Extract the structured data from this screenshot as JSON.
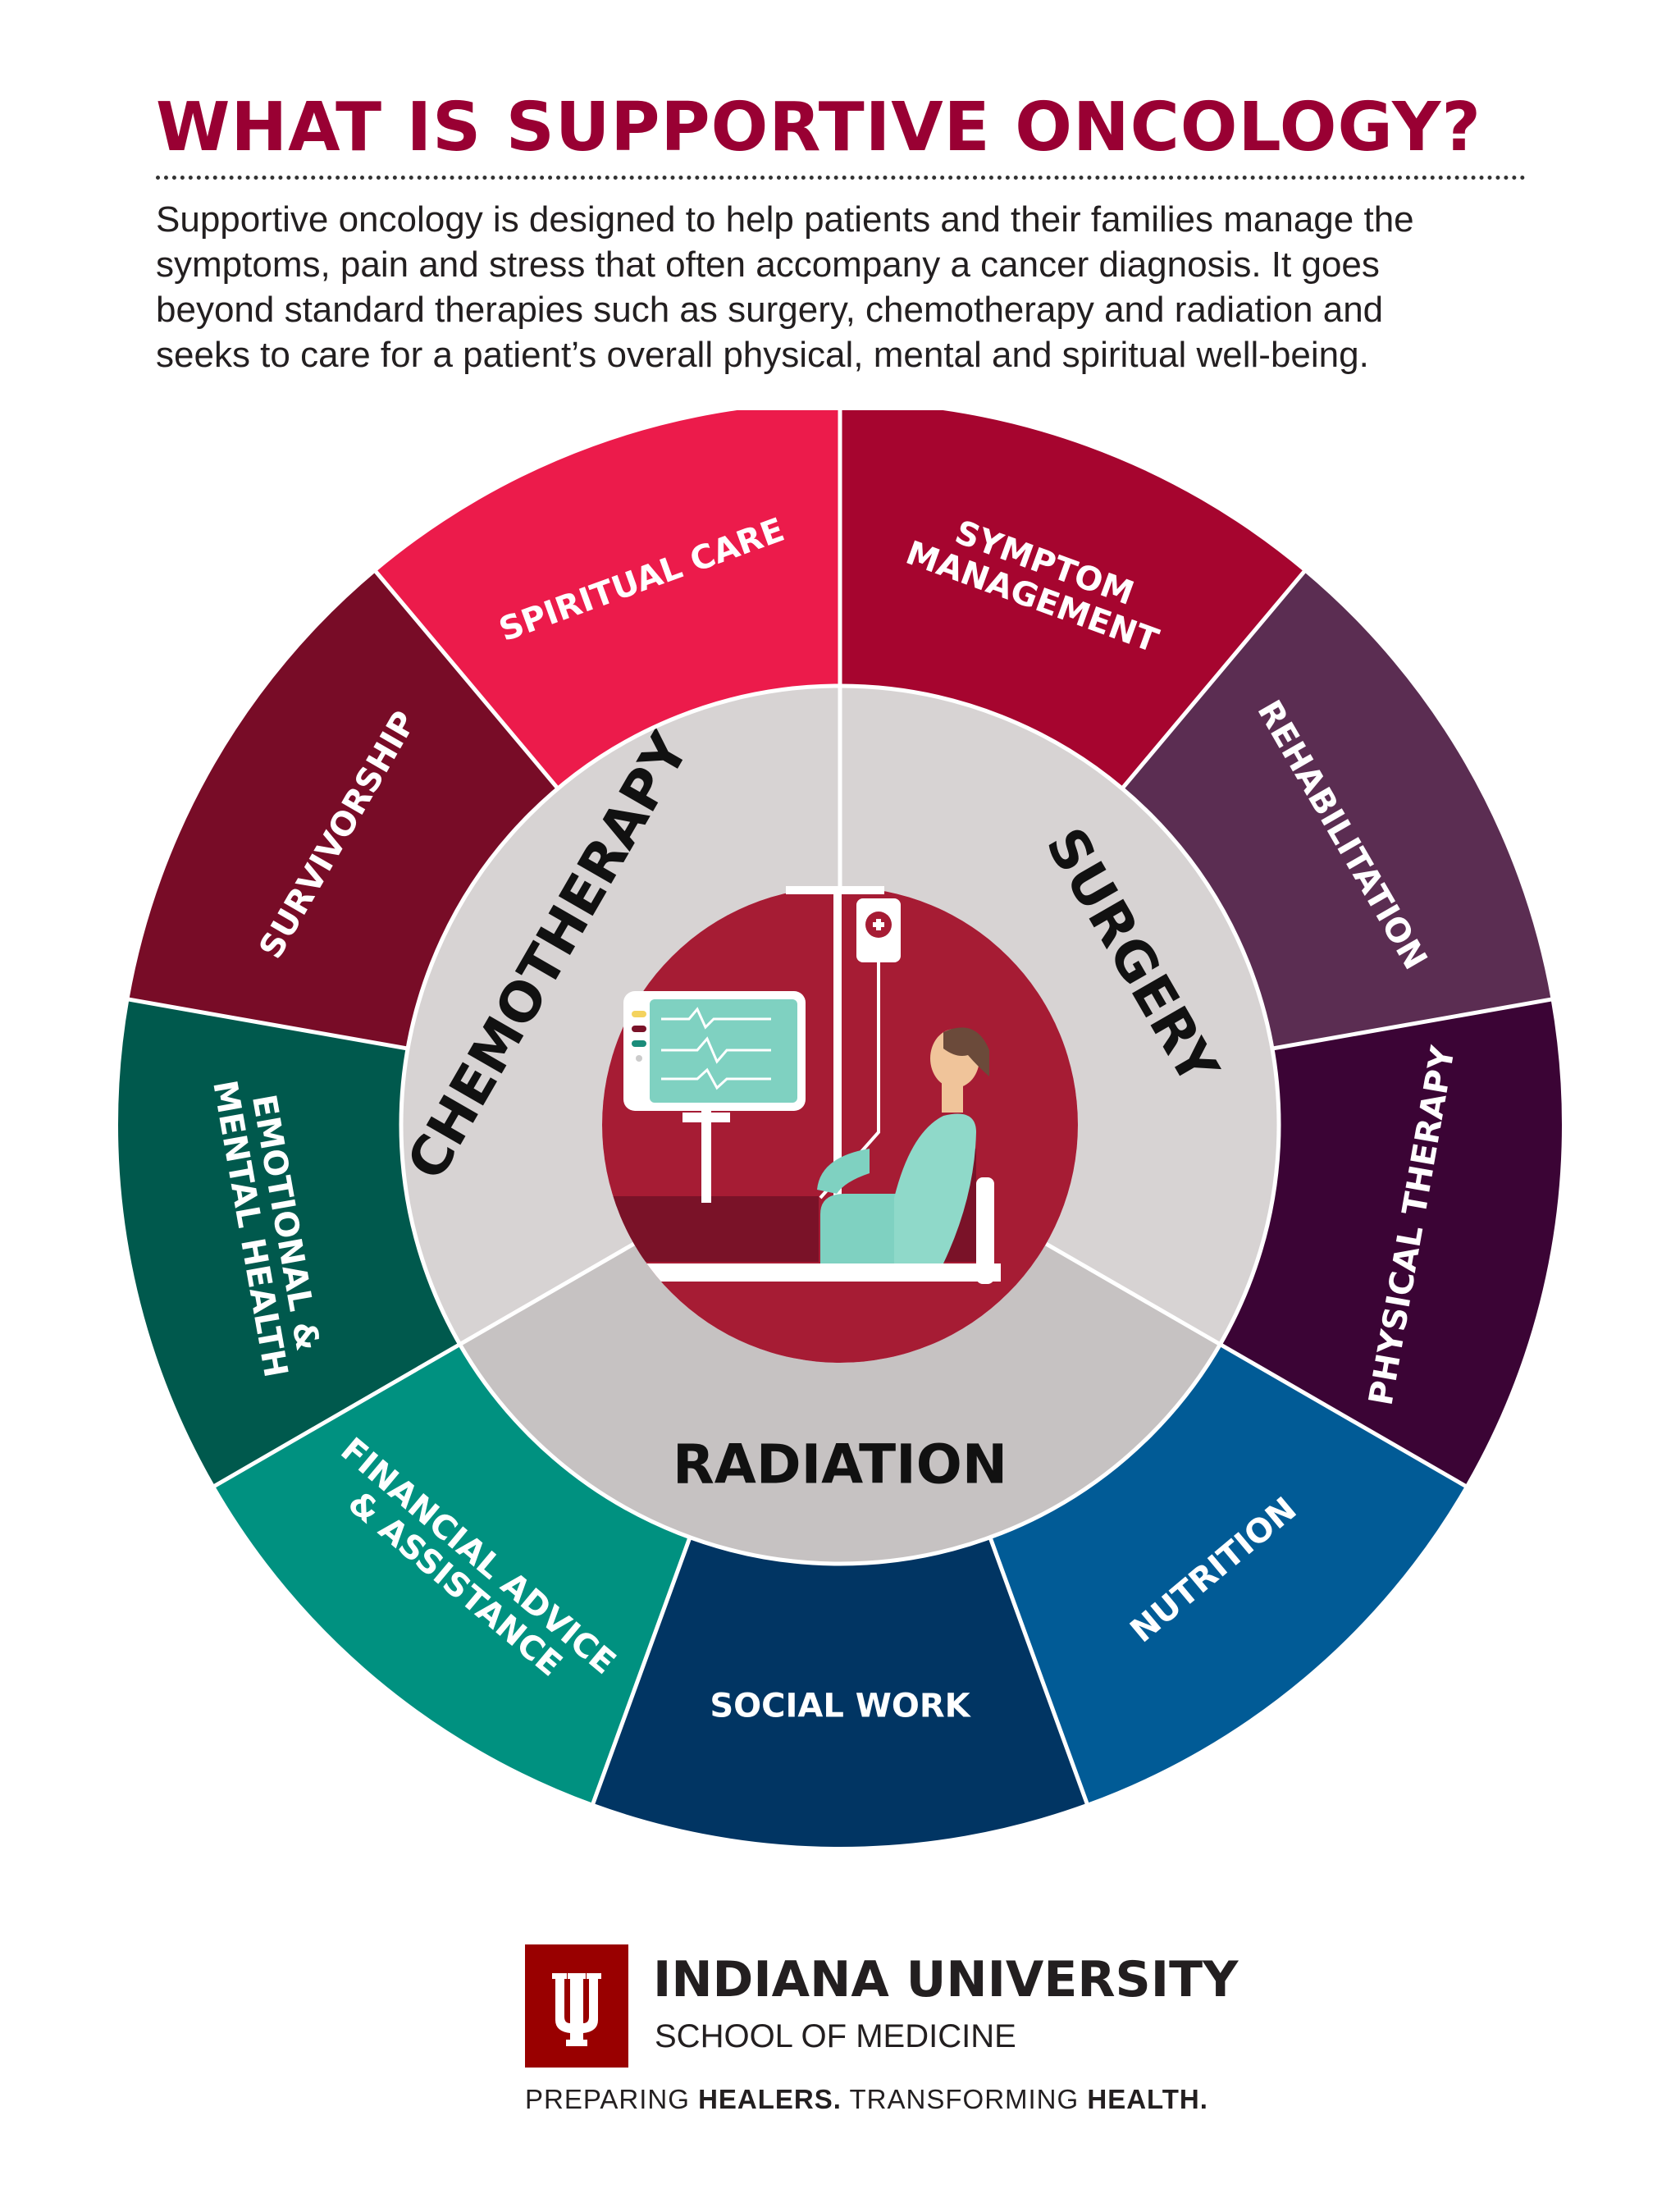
{
  "header": {
    "title": "WHAT IS SUPPORTIVE ONCOLOGY?",
    "intro_lines": [
      "Supportive oncology is designed to help patients and their families manage the",
      "symptoms, pain and stress that often accompany a cancer diagnosis. It goes",
      "beyond standard therapies such as surgery, chemotherapy and radiation and",
      "seeks to care for a patient’s overall physical, mental and spiritual well-being."
    ]
  },
  "wheel": {
    "outer_segments": [
      {
        "lines": [
          "SYMPTOM",
          "MANAGEMENT"
        ],
        "color": "#a6052f"
      },
      {
        "lines": [
          "REHABILITATION"
        ],
        "color": "#5b2d52"
      },
      {
        "lines": [
          "PHYSICAL THERAPY"
        ],
        "color": "#3b0435"
      },
      {
        "lines": [
          "NUTRITION"
        ],
        "color": "#015b96"
      },
      {
        "lines": [
          "SOCIAL WORK"
        ],
        "color": "#013563"
      },
      {
        "lines": [
          "FINANCIAL ADVICE",
          "& ASSISTANCE"
        ],
        "color": "#009180"
      },
      {
        "lines": [
          "EMOTIONAL &",
          "MENTAL HEALTH"
        ],
        "color": "#00594d"
      },
      {
        "lines": [
          "SURVIVORSHIP"
        ],
        "color": "#780c27"
      },
      {
        "lines": [
          "SPIRITUAL CARE"
        ],
        "color": "#ec1b4b"
      }
    ],
    "inner_segments": [
      {
        "label": "SURGERY",
        "color": "#d7d3d3"
      },
      {
        "label": "RADIATION",
        "color": "#c6c2c2"
      },
      {
        "label": "CHEMOTHERAPY",
        "color": "#d7d3d3"
      }
    ],
    "center": {
      "illustration": "patient-receiving-iv-treatment",
      "color": "#a61c34"
    }
  },
  "footer": {
    "logo_icon": "iu-trident-logo",
    "institution": "INDIANA UNIVERSITY",
    "school": "SCHOOL OF MEDICINE",
    "tagline": {
      "part1": "PREPARING ",
      "part2": "HEALERS.",
      "part3": " TRANSFORMING ",
      "part4": "HEALTH."
    },
    "brand_color": "#990000"
  }
}
